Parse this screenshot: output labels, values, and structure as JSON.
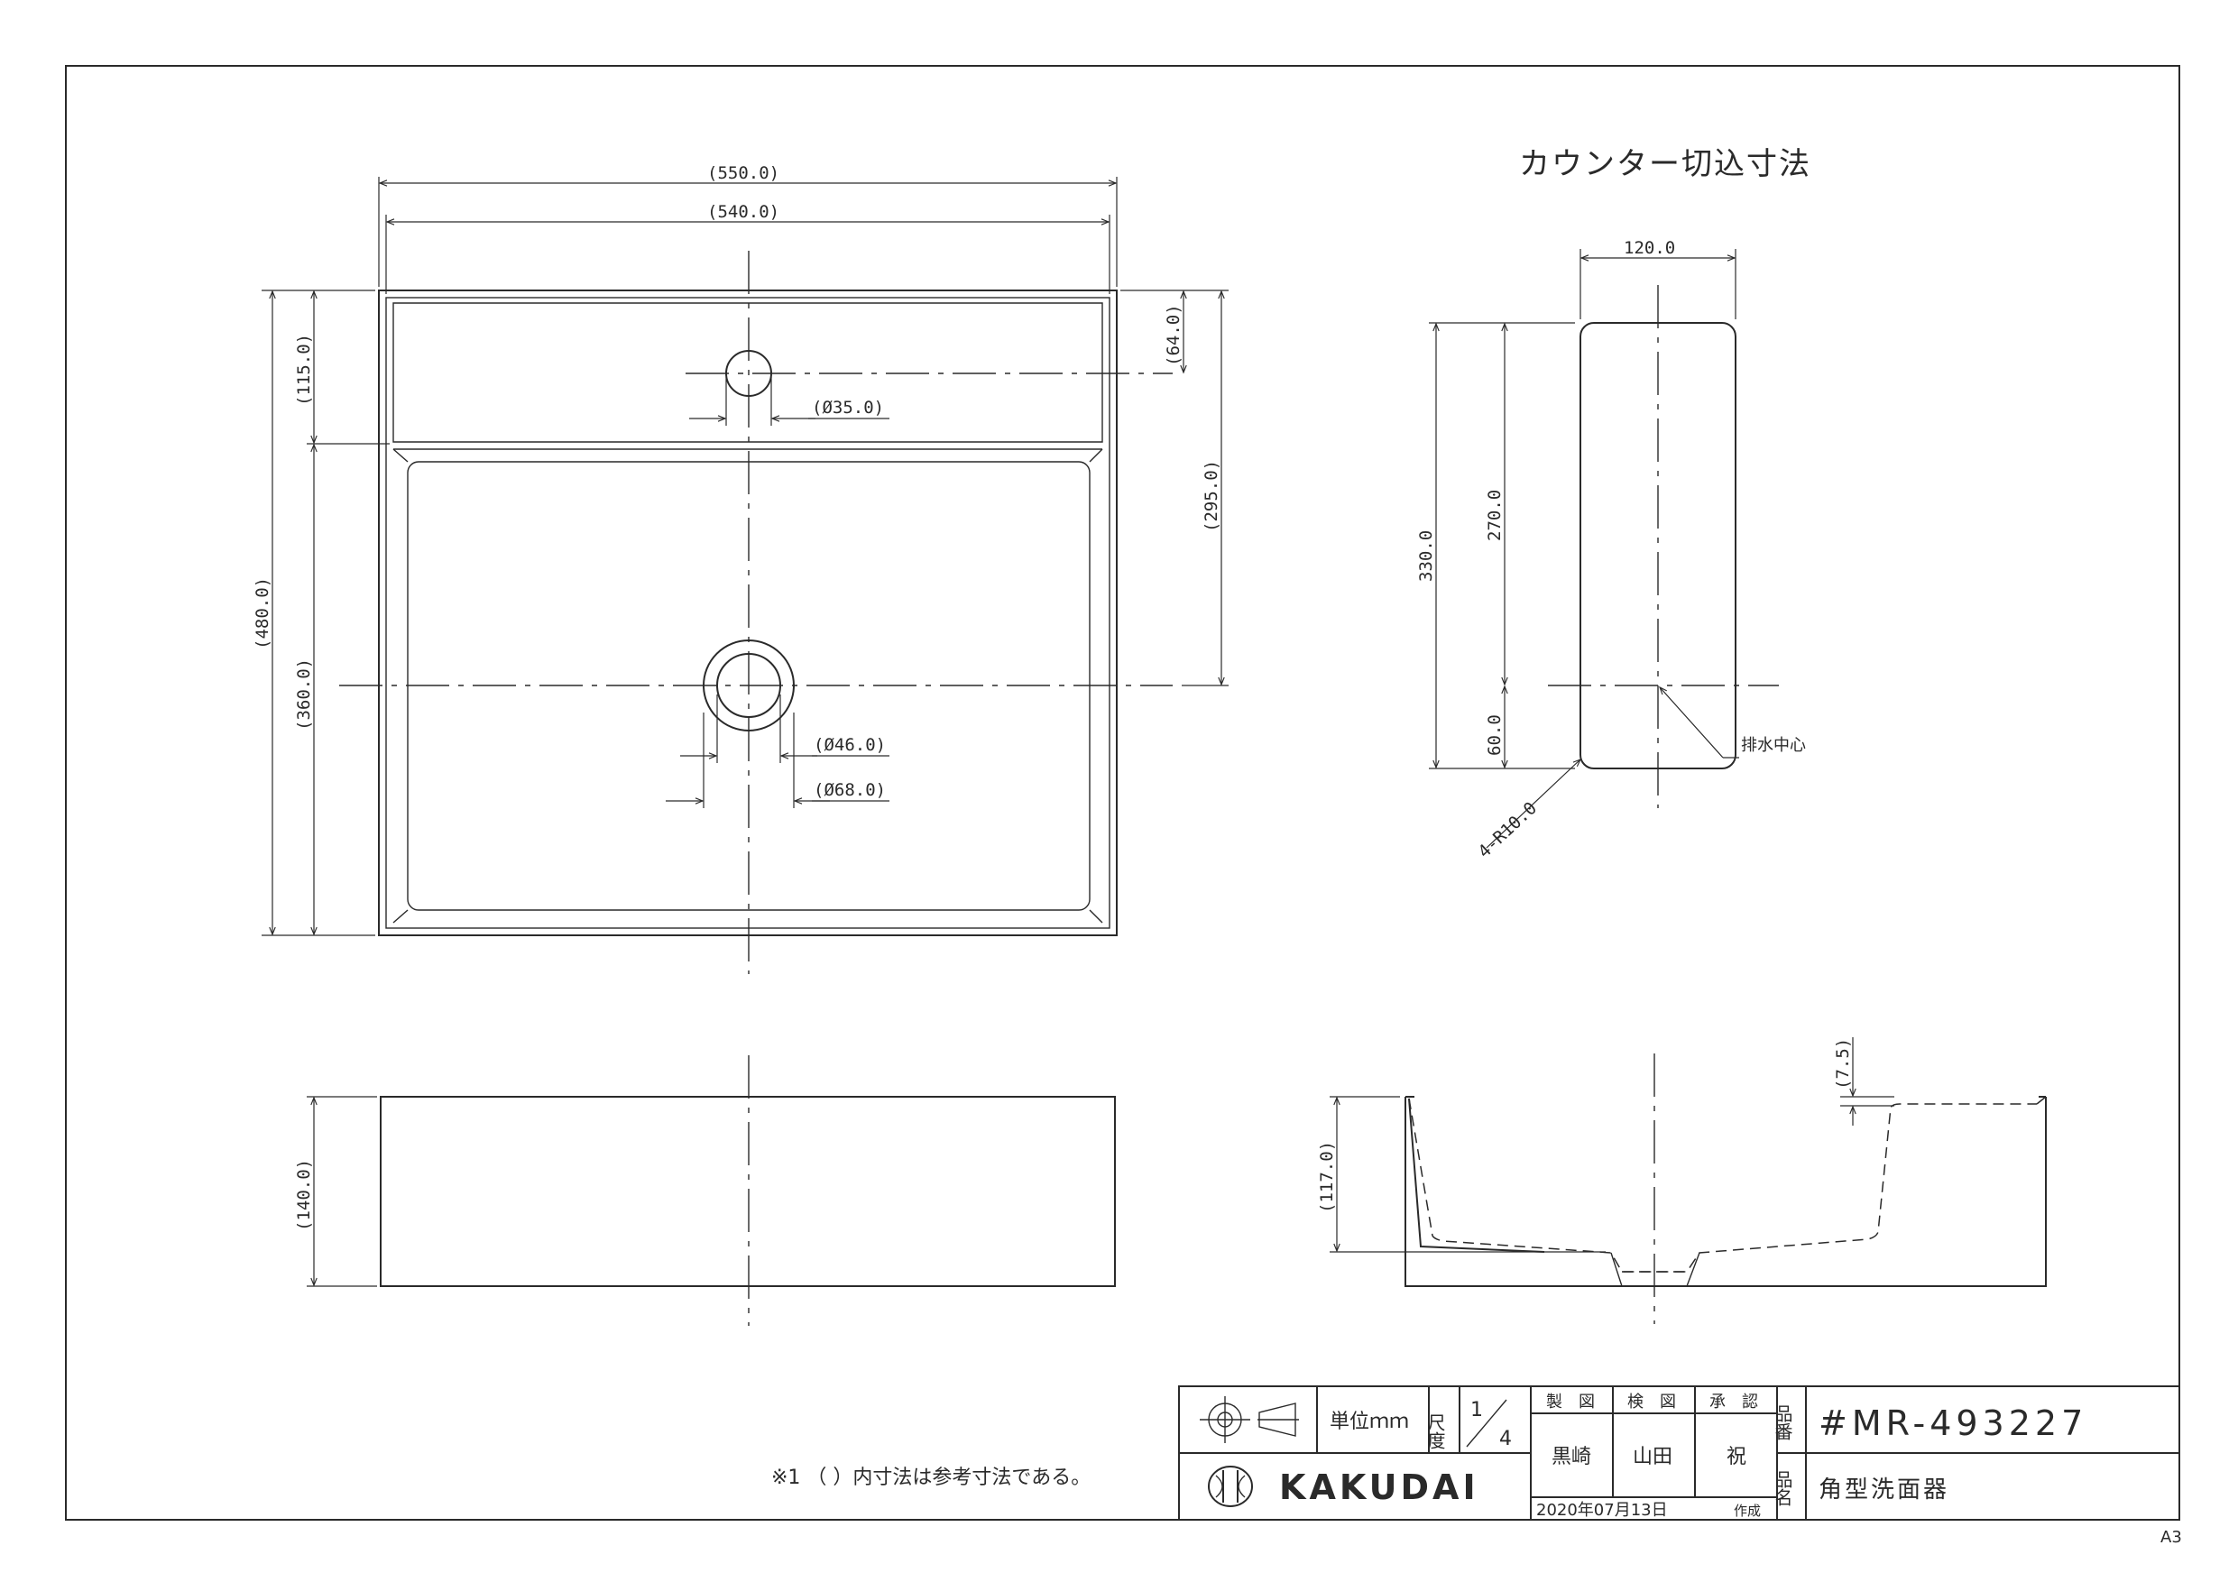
{
  "drawing": {
    "cutout_title": "カウンター切込寸法",
    "paper_size": "A3",
    "note": "※1 （ ）内寸法は参考寸法である。"
  },
  "dimensions": {
    "top_overall_width": "(550.0)",
    "top_inner_width": "(540.0)",
    "top_overall_depth": "(480.0)",
    "top_deck_depth": "(115.0)",
    "top_basin_depth": "(360.0)",
    "faucet_offset": "(64.0)",
    "drain_offset": "(295.0)",
    "faucet_hole_dia": "(Ø35.0)",
    "drain_inner_dia": "(Ø46.0)",
    "drain_outer_dia": "(Ø68.0)",
    "front_height": "(140.0)",
    "section_depth": "(117.0)",
    "section_rim": "(7.5)",
    "cutout_width": "120.0",
    "cutout_length": "330.0",
    "cutout_to_drain": "270.0",
    "cutout_drain_to_end": "60.0",
    "cutout_radius": "4-R10.0",
    "drain_center_label": "排水中心"
  },
  "title_block": {
    "unit_label": "単位ｍｍ",
    "scale_label": "尺度",
    "scale_num": "1",
    "scale_den": "4",
    "drawn_label": "製　図",
    "checked_label": "検　図",
    "approved_label": "承　認",
    "drawn_by": "黒崎",
    "checked_by": "山田",
    "approved_by": "祝",
    "date": "2020年07月13日",
    "created_label": "作成",
    "part_no_label": "品番",
    "part_name_label": "品名",
    "part_no": "#MR-493227",
    "part_name": "角型洗面器",
    "brand": "KAKUDAI"
  }
}
